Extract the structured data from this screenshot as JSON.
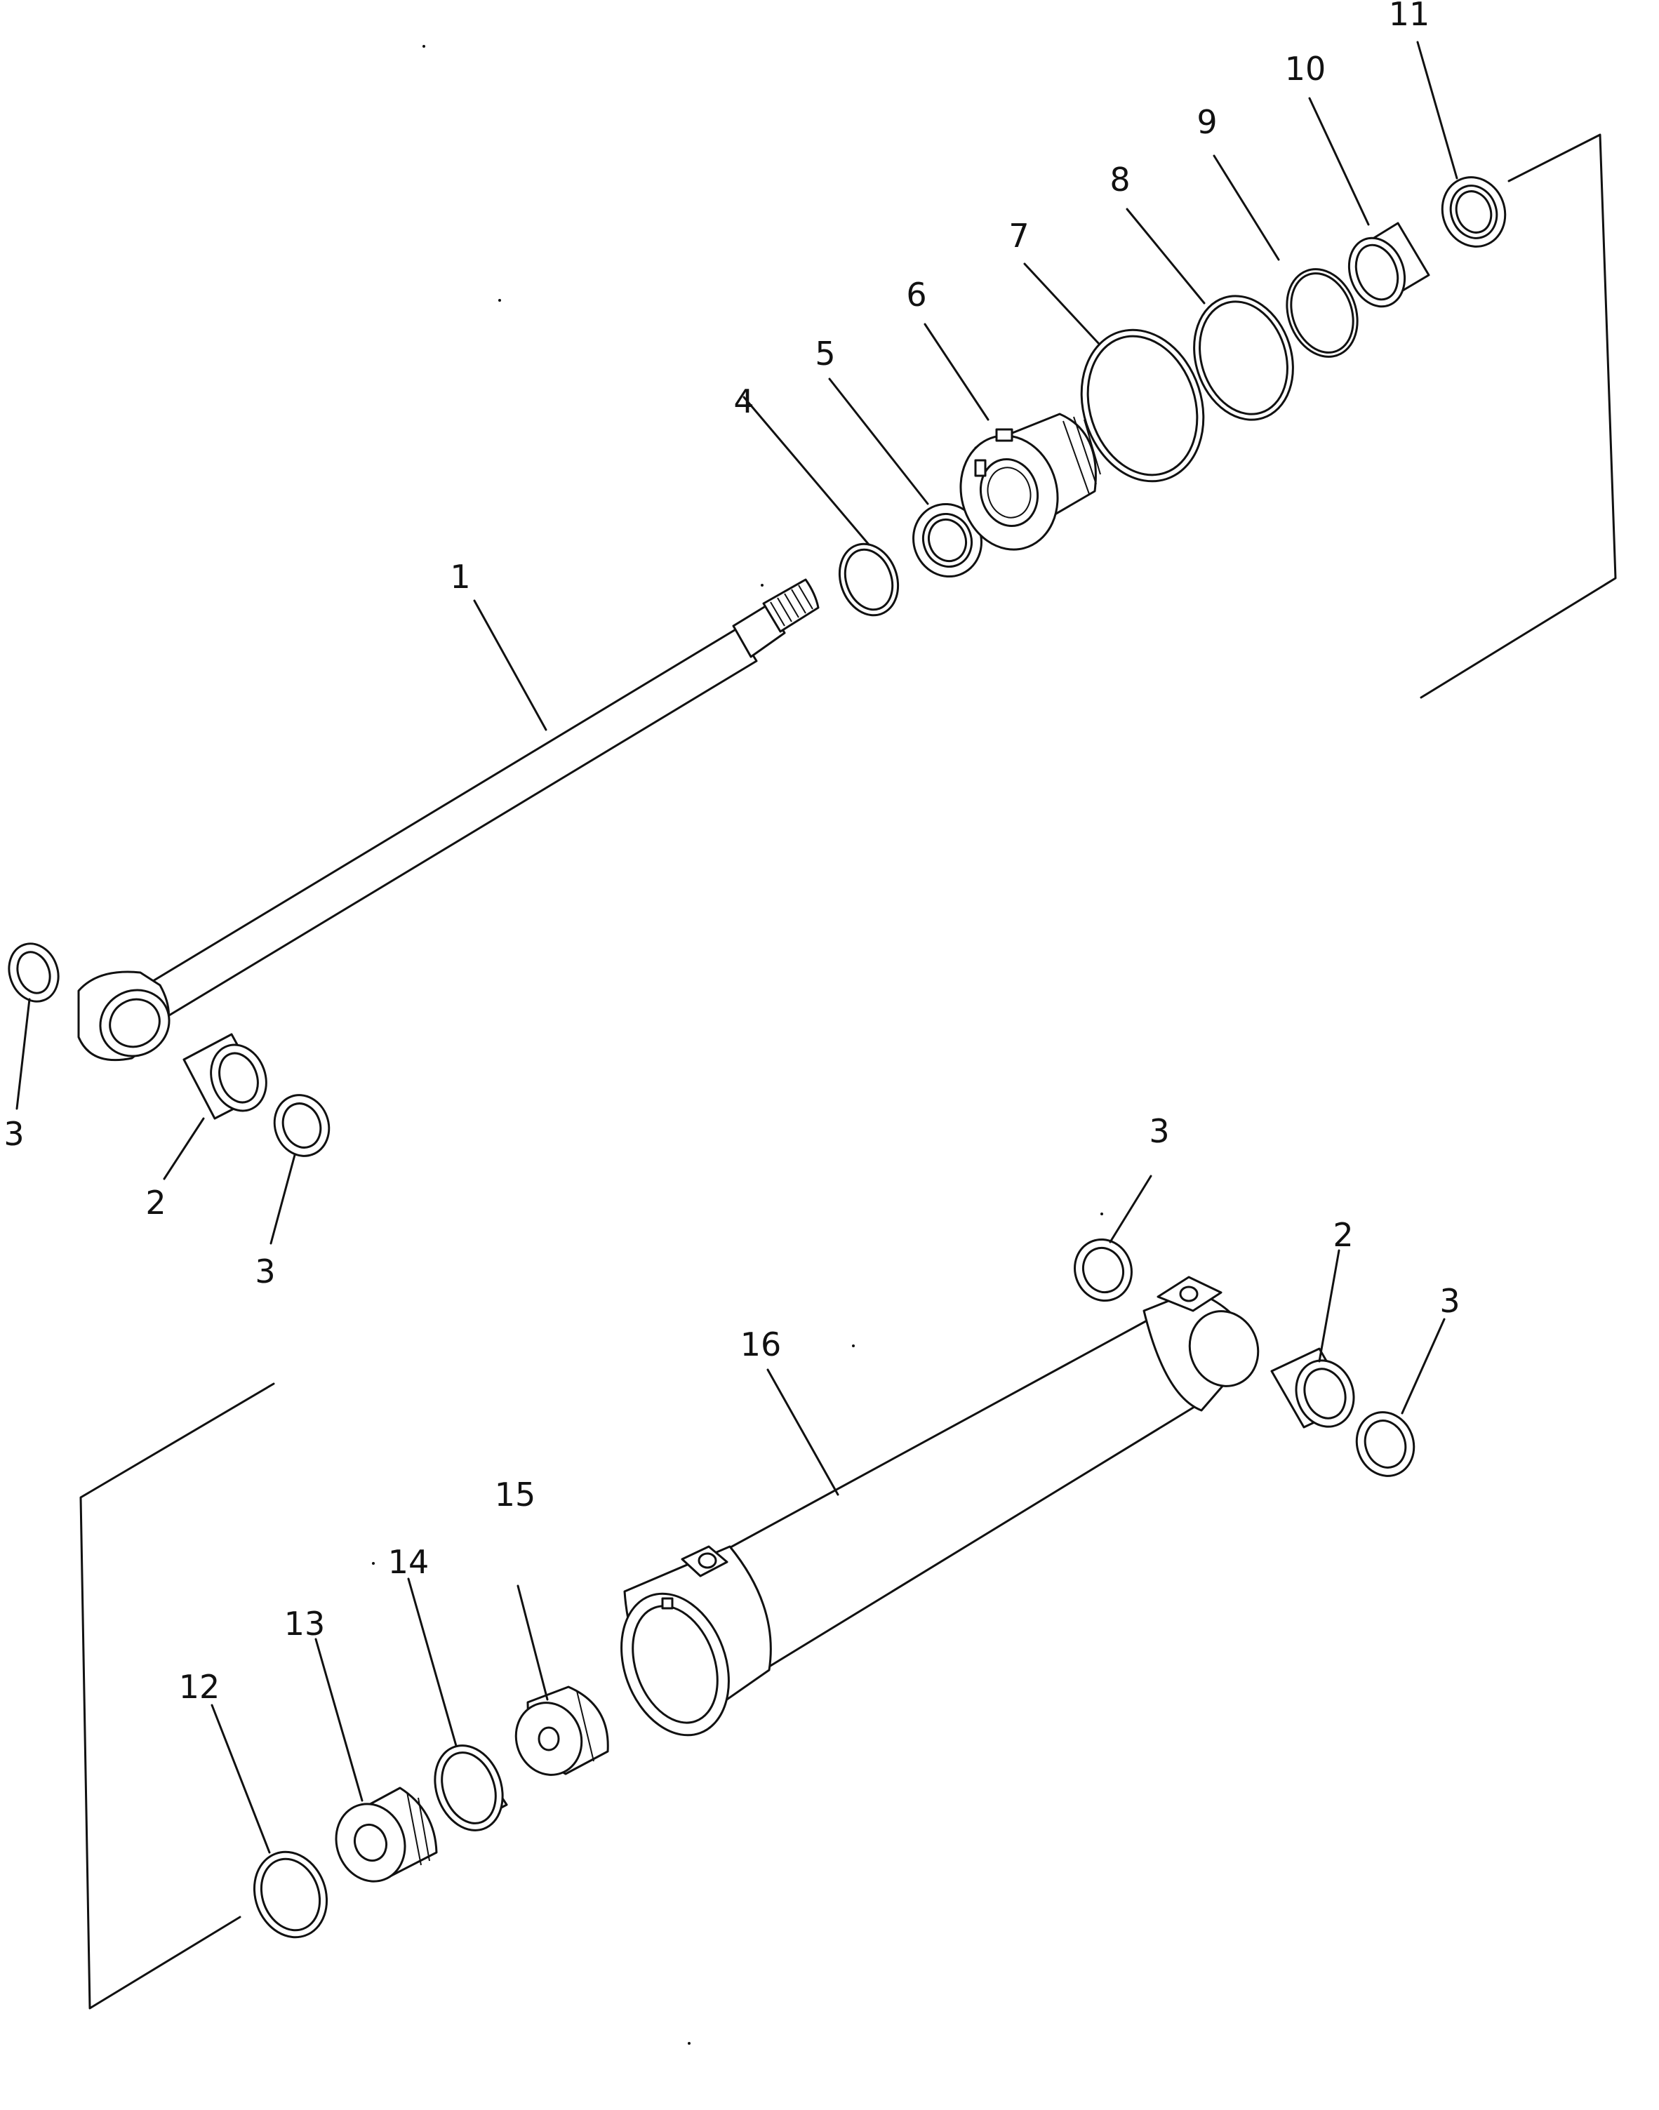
{
  "diagram": {
    "callouts": [
      {
        "id": "c1",
        "label": "1"
      },
      {
        "id": "c2a",
        "label": "2"
      },
      {
        "id": "c2b",
        "label": "2"
      },
      {
        "id": "c3a",
        "label": "3"
      },
      {
        "id": "c3b",
        "label": "3"
      },
      {
        "id": "c3c",
        "label": "3"
      },
      {
        "id": "c3d",
        "label": "3"
      },
      {
        "id": "c4",
        "label": "4"
      },
      {
        "id": "c5",
        "label": "5"
      },
      {
        "id": "c6",
        "label": "6"
      },
      {
        "id": "c7",
        "label": "7"
      },
      {
        "id": "c8",
        "label": "8"
      },
      {
        "id": "c9",
        "label": "9"
      },
      {
        "id": "c10",
        "label": "10"
      },
      {
        "id": "c11",
        "label": "11"
      },
      {
        "id": "c12",
        "label": "12"
      },
      {
        "id": "c13",
        "label": "13"
      },
      {
        "id": "c14",
        "label": "14"
      },
      {
        "id": "c15",
        "label": "15"
      },
      {
        "id": "c16",
        "label": "16"
      }
    ],
    "colors": {
      "line": "#111111",
      "background": "#ffffff"
    }
  }
}
